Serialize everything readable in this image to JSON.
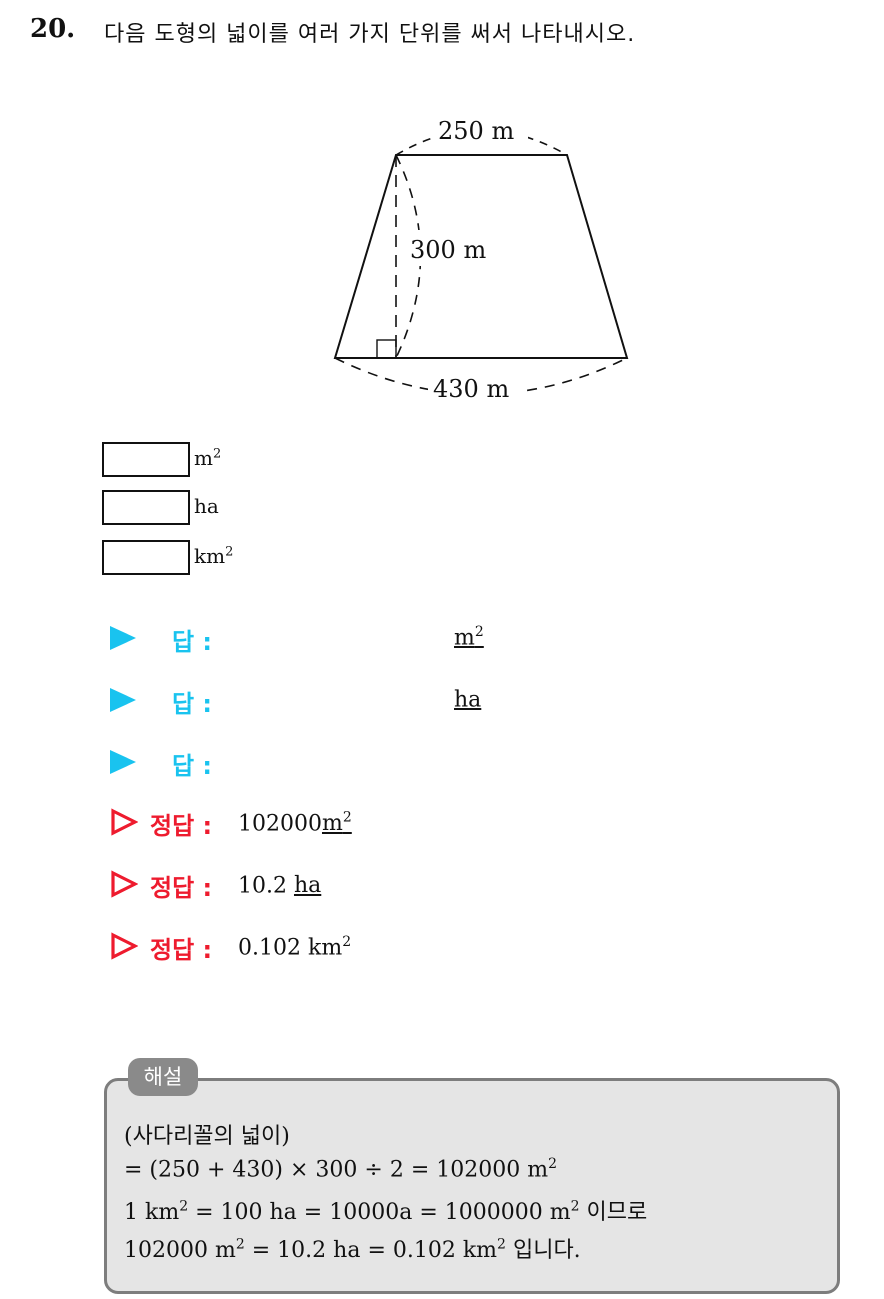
{
  "question": {
    "number": "20.",
    "text": "다음 도형의 넓이를 여러 가지 단위를 써서 나타내시오."
  },
  "figure": {
    "top_label": "250 m",
    "height_label": "300 m",
    "bottom_label": "430 m"
  },
  "blank_boxes": [
    {
      "unit_base": "m",
      "unit_sup": "2"
    },
    {
      "unit_base": "ha",
      "unit_sup": ""
    },
    {
      "unit_base": "km",
      "unit_sup": "2"
    }
  ],
  "answers": [
    {
      "label": "답 :",
      "unit_base": "m",
      "unit_sup": "2"
    },
    {
      "label": "답 :",
      "unit_base": "ha",
      "unit_sup": ""
    },
    {
      "label": "답 :",
      "unit_base": "",
      "unit_sup": ""
    }
  ],
  "solutions": [
    {
      "label": "정답 :",
      "value": "102000",
      "unit_base": "m",
      "unit_sup": "2"
    },
    {
      "label": "정답 :",
      "value": "10.2",
      "unit_base": "ha",
      "unit_sup": ""
    },
    {
      "label": "정답 :",
      "value": "0.102",
      "unit_base": "km",
      "unit_sup": "2"
    }
  ],
  "explanation": {
    "tag": "해설",
    "line1": "(사다리꼴의 넓이)",
    "line2_a": "= (250 + 430) × 300 ÷ 2 = 102000 m",
    "line2_sup": "2",
    "line3_a": "1 km",
    "line3_sup1": "2",
    "line3_b": " = 100 ha = 10000a = 1000000 m",
    "line3_sup2": "2",
    "line3_c": " 이므로",
    "line4_a": "102000 m",
    "line4_sup1": "2",
    "line4_b": " = 10.2 ha = 0.102 km",
    "line4_sup2": "2",
    "line4_c": " 입니다."
  },
  "colors": {
    "answer_marker": "#19c3ef",
    "solution_marker": "#ee1b2e",
    "explanation_bg": "#e5e5e5",
    "explanation_border": "#7d7d7d"
  }
}
